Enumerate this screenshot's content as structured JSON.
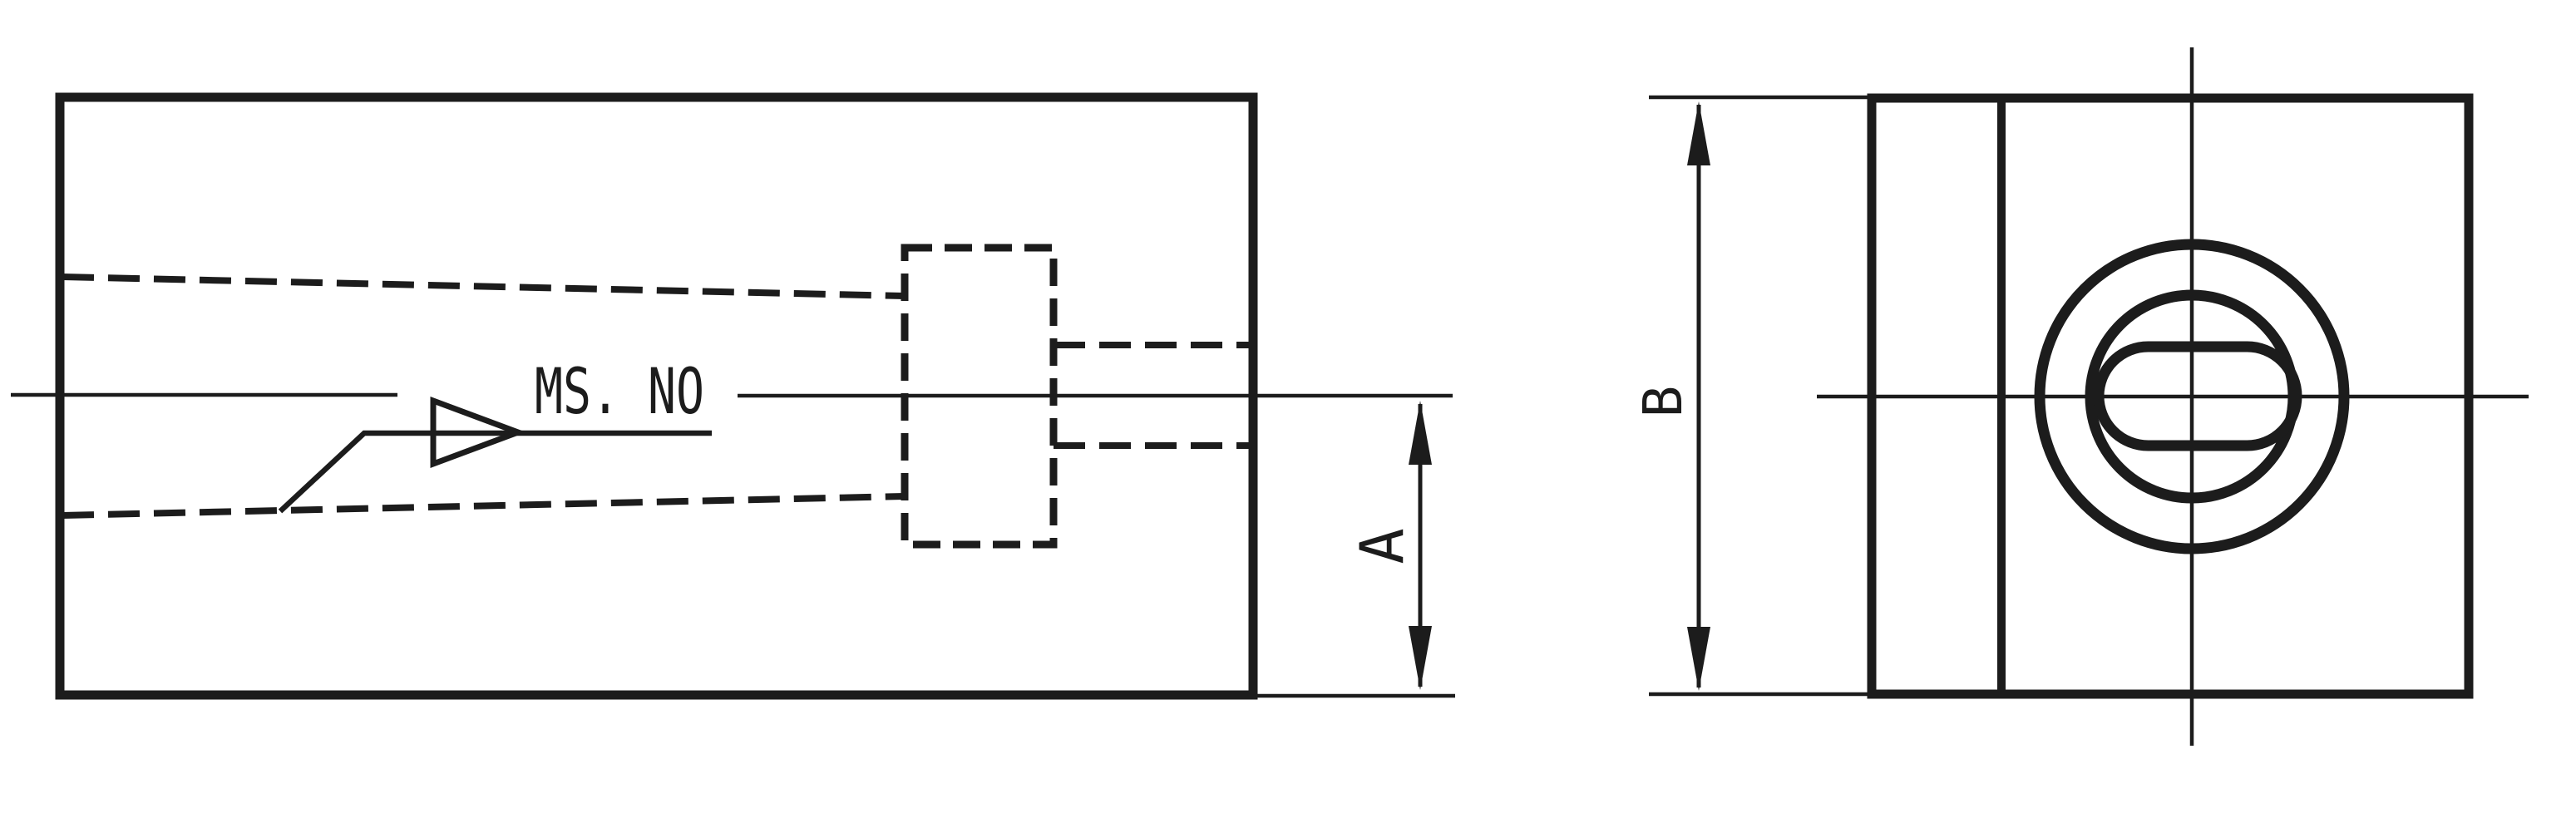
{
  "drawing": {
    "background_color": "#ffffff",
    "line_color": "#1c1c1c",
    "callout_label": "MS. NO",
    "dim_a_label": "A",
    "dim_b_label": "B"
  }
}
